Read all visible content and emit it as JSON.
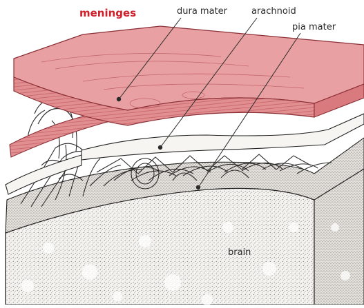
{
  "diagram": {
    "title": "meninges",
    "colors": {
      "title": "#d0202a",
      "dura": "#e08a8c",
      "dura_dark": "#b84a52",
      "dura_top": "#ea9ea0",
      "ink": "#2a2a2a",
      "stipple_bg": "#f2f0ec"
    },
    "labels": {
      "dura": "dura mater",
      "arachnoid": "arachnoid",
      "pia": "pia mater",
      "brain": "brain"
    }
  }
}
